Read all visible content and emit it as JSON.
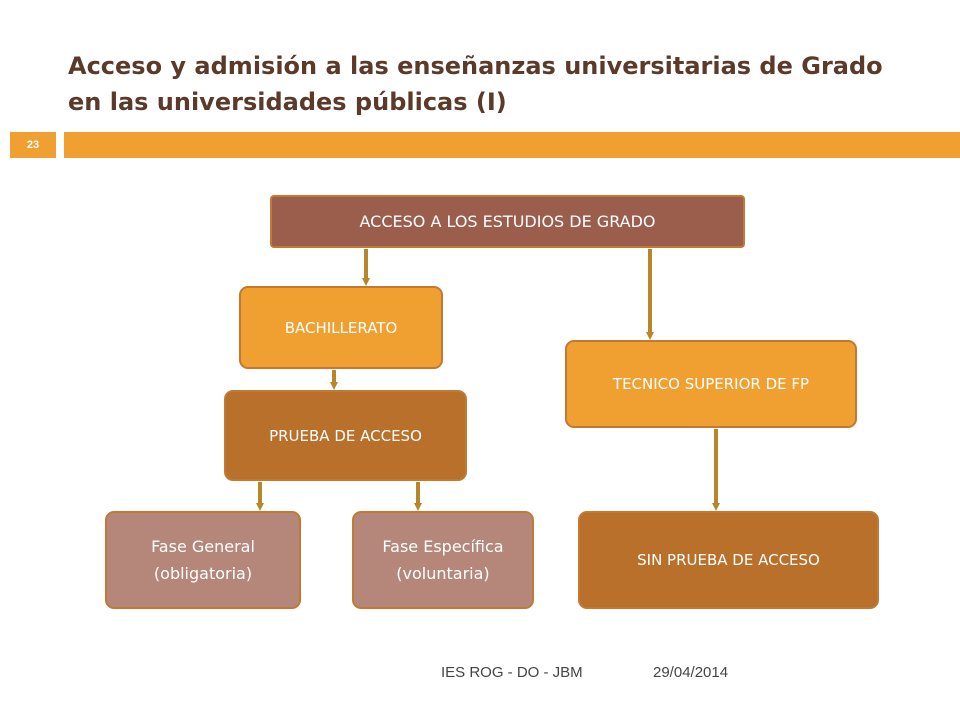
{
  "slide": {
    "title_line1": "Acceso y admisión a las enseñanzas universitarias de Grado",
    "title_line2": "en las universidades públicas (I)",
    "number": "23"
  },
  "diagram": {
    "root": "ACCESO  A LOS ESTUDIOS DE GRADO",
    "bachillerato": "BACHILLERATO",
    "tecnico": "TECNICO SUPERIOR DE FP",
    "prueba": "PRUEBA DE ACCESO",
    "fase_general": "Fase General",
    "fase_general_sub": "(obligatoria)",
    "fase_especifica": "Fase Específica",
    "fase_especifica_sub": "(voluntaria)",
    "sin_prueba": "SIN PRUEBA DE ACCESO"
  },
  "footer": {
    "author": "IES ROG - DO - JBM",
    "date": "29/04/2014"
  },
  "colors": {
    "accent": "#f0a030",
    "title": "#5b3a2a",
    "root_box": "#9c5e4c",
    "dark_box": "#b8702a",
    "rose_box": "#b5877a",
    "arrow": "#b8862a"
  }
}
